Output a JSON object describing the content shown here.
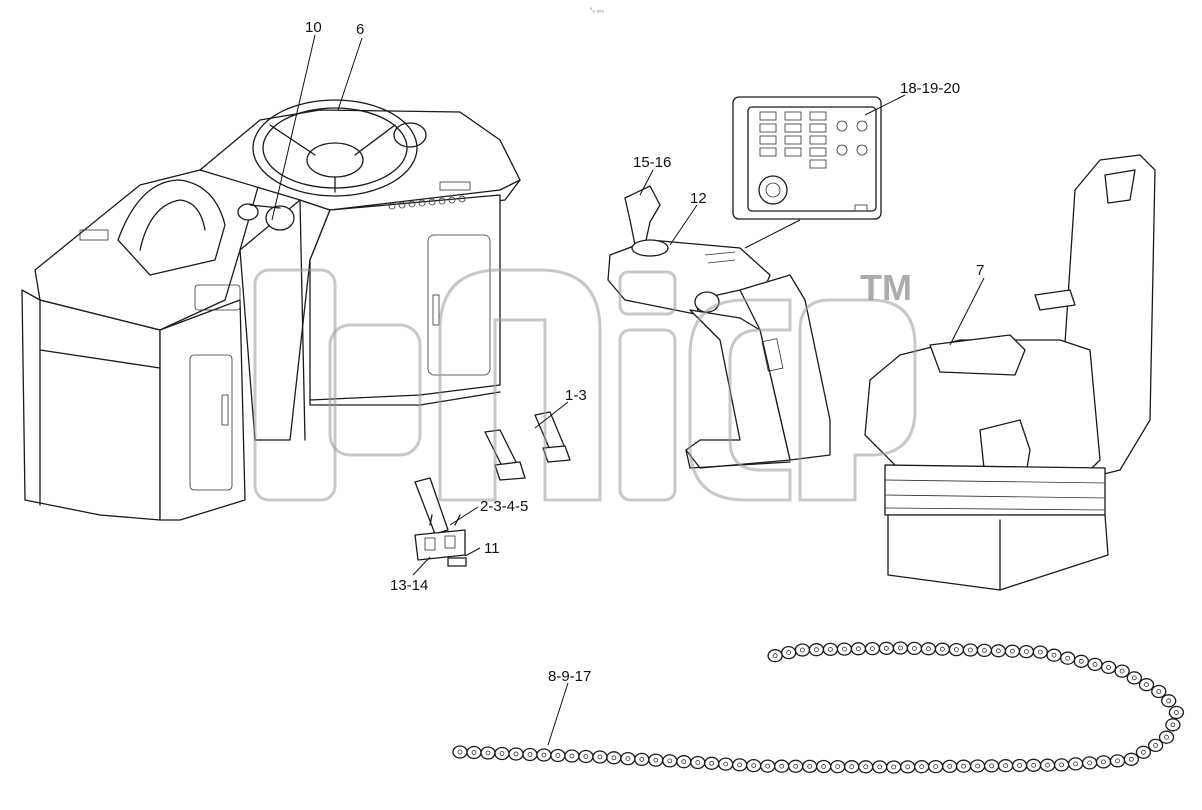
{
  "header": {
    "small_text": "°₀ ₀₀₀"
  },
  "callouts": [
    {
      "id": "c10",
      "text": "10"
    },
    {
      "id": "c6",
      "text": "6"
    },
    {
      "id": "c181920",
      "text": "18-19-20"
    },
    {
      "id": "c1516",
      "text": "15-16"
    },
    {
      "id": "c12",
      "text": "12"
    },
    {
      "id": "c7",
      "text": "7"
    },
    {
      "id": "c13",
      "text": "1-3"
    },
    {
      "id": "c2345",
      "text": "2-3-4-5"
    },
    {
      "id": "c11",
      "text": "11"
    },
    {
      "id": "c1314",
      "text": "13-14"
    },
    {
      "id": "c8917",
      "text": "8-9-17"
    }
  ],
  "watermark": {
    "trademark": "TM"
  }
}
